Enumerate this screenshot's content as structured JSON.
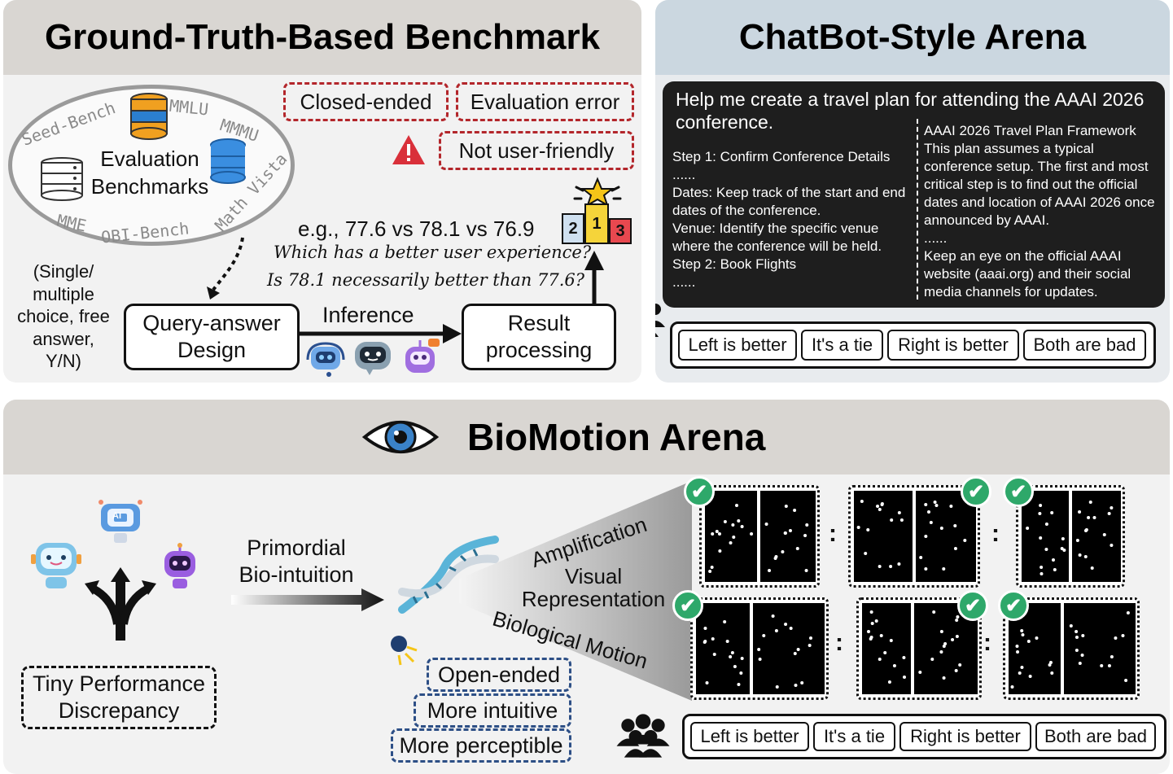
{
  "panel1": {
    "title": "Ground-Truth-Based Benchmark",
    "tags": {
      "closed": "Closed-ended",
      "error": "Evaluation error",
      "unfriendly": "Not user-friendly"
    },
    "ellipse": {
      "center_label": "Evaluation\nBenchmarks",
      "benchmarks": [
        "Seed-Bench",
        "MMLU",
        "MMMU",
        "Math Vista",
        "OBI-Bench",
        "MME"
      ]
    },
    "example_scores": "e.g., 77.6 vs 78.1 vs 76.9",
    "question1": "Which has a better user experience?",
    "question2": "Is 78.1 necessarily better than 77.6?",
    "answer_types": "(Single/\nmultiple\nchoice, free\nanswer,\nY/N)",
    "query_box": "Query-answer\nDesign",
    "inference": "Inference",
    "result_box": "Result\nprocessing",
    "podium": [
      "2",
      "1",
      "3"
    ]
  },
  "panel2": {
    "title": "ChatBot-Style Arena",
    "prompt": "Help me create a travel plan for attending the AAAI 2026 conference.",
    "left_answer": "Step 1: Confirm Conference Details\n......\nDates: Keep track of the start and end dates of the conference.\nVenue: Identify the specific venue where the conference will be held.\nStep 2: Book Flights\n......",
    "right_answer": "AAAI 2026 Travel Plan Framework\nThis plan assumes a typical conference setup. The first and most critical step is to find out the official dates and location of AAAI 2026 once announced by AAAI.\n......\nKeep an eye on the official AAAI website (aaai.org) and their social media channels for updates.",
    "votes": [
      "Left is better",
      "It's a tie",
      "Right is better",
      "Both are bad"
    ]
  },
  "panel3": {
    "title": "BioMotion Arena",
    "primordial": "Primordial\nBio-intuition",
    "tiny": "Tiny Performance\nDiscrepancy",
    "beam_labels": [
      "Amplification",
      "Visual\nRepresentation",
      "Biological Motion"
    ],
    "properties": [
      "Open-ended",
      "More intuitive",
      "More perceptible"
    ],
    "votes": [
      "Left is better",
      "It's a tie",
      "Right is better",
      "Both are bad"
    ],
    "colon": ":",
    "check": "✔"
  },
  "colors": {
    "red_tag": "#b3262b",
    "blue_tag": "#2d4f86",
    "check_green": "#2ea86a",
    "chat_bg": "#1e1e1e"
  }
}
